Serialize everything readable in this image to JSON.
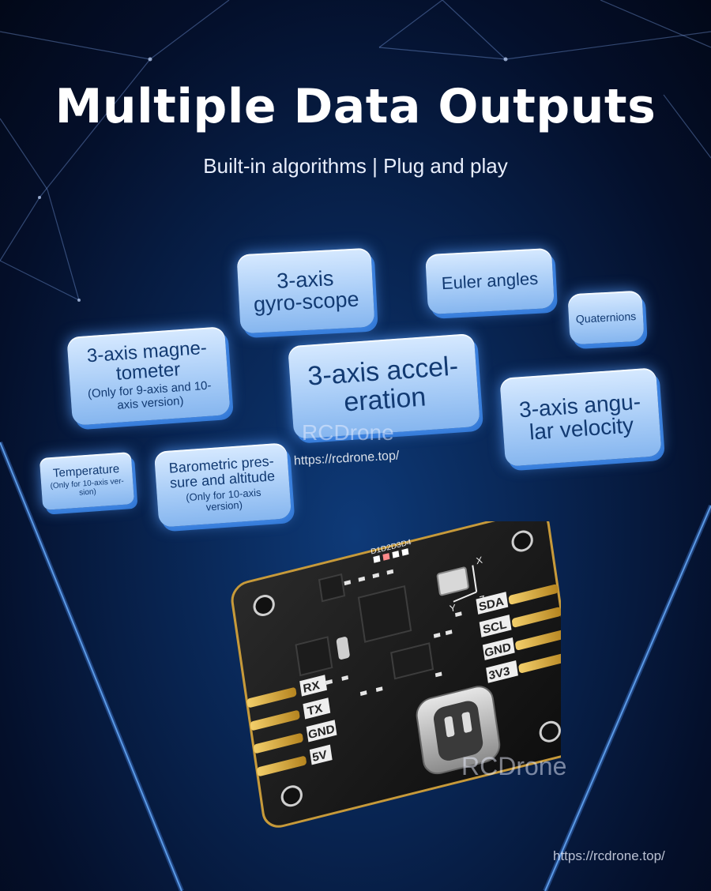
{
  "header": {
    "title": "Multiple Data Outputs",
    "subtitle": "Built-in algorithms | Plug and play"
  },
  "cards": {
    "gyroscope": {
      "text": "3-axis gyro-scope"
    },
    "euler": {
      "text": "Euler angles"
    },
    "quaternions": {
      "text": "Quaternions"
    },
    "magnetometer": {
      "text": "3-axis magne-tometer",
      "note": "(Only for 9-axis and 10-axis version)"
    },
    "acceleration": {
      "text": "3-axis accel-eration"
    },
    "angular_velocity": {
      "text": "3-axis angu-lar velocity"
    },
    "temperature": {
      "text": "Temperature",
      "note": "(Only for 10-axis ver-sion)"
    },
    "barometric": {
      "text": "Barometric pres-sure and altitude",
      "note": "(Only for 10-axis version)"
    }
  },
  "watermarks": {
    "brand_center": "RCDrone",
    "url_center": "https://rcdrone.top/",
    "brand_bottom": "RCDrone",
    "url_bottom": "https://rcdrone.top/"
  },
  "board": {
    "left_pins": [
      "RX",
      "TX",
      "GND",
      "5V"
    ],
    "right_pins": [
      "SDA",
      "SCL",
      "GND",
      "3V3"
    ],
    "leds": "D1D2D3D4",
    "axis_x": "X",
    "axis_y": "Y",
    "axis_z": "Z"
  },
  "colors": {
    "background": "#08234f",
    "card_fill": "#a9cdf7",
    "card_text": "#123a72",
    "pin_gold": "#d8a93a"
  }
}
